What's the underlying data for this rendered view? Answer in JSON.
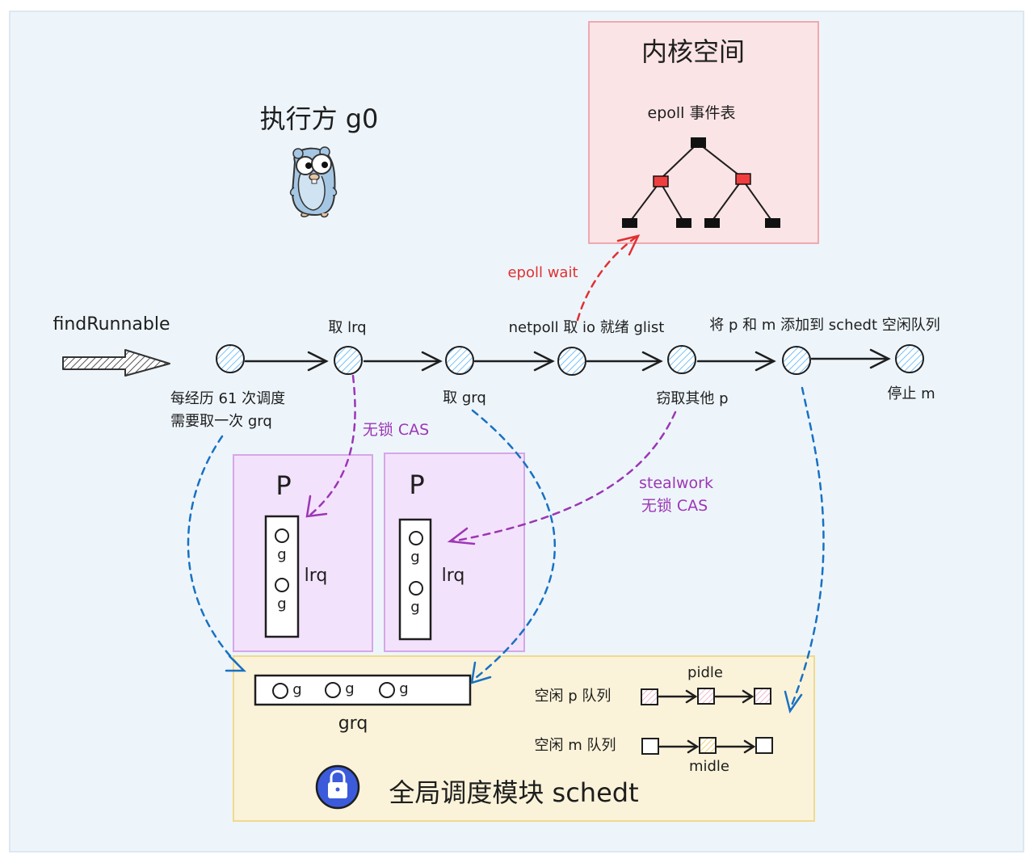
{
  "kernel": {
    "title": "内核空间",
    "subtitle": "epoll 事件表"
  },
  "executor": {
    "title": "执行方 g0"
  },
  "flow": {
    "start": "findRunnable",
    "steps": {
      "every61": [
        "每经历 61 次调度",
        "需要取一次 grq"
      ],
      "take_lrq": "取 lrq",
      "take_grq": "取 grq",
      "netpoll": "netpoll 取 io 就绪 glist",
      "steal": "窃取其他 p",
      "add_idle": "将 p 和 m 添加到 schedt 空闲队列",
      "stop_m": "停止 m"
    }
  },
  "edges": {
    "epoll_wait": "epoll wait",
    "lockfree_cas": "无锁 CAS",
    "stealwork": [
      "stealwork",
      "无锁 CAS"
    ]
  },
  "processors": [
    {
      "title": "P",
      "queue_label": "lrq",
      "items": [
        "g",
        "g"
      ]
    },
    {
      "title": "P",
      "queue_label": "lrq",
      "items": [
        "g",
        "g"
      ]
    }
  ],
  "schedt": {
    "title": "全局调度模块 schedt",
    "grq_label": "grq",
    "grq_items": [
      "g",
      "g",
      "g"
    ],
    "idle_p_label": "空闲 p 队列",
    "idle_p_name": "pidle",
    "idle_m_label": "空闲 m 队列",
    "idle_m_name": "midle"
  },
  "colors": {
    "frame_bg": "#edf5fb",
    "kernel_bg": "#fbe4e6",
    "kernel_border": "#f0a8b0",
    "p_bg": "#f3e2fb",
    "p_border": "#d6a6e8",
    "schedt_bg": "#faf3d9",
    "schedt_border": "#f2d98a",
    "blue_edge": "#1971c2",
    "purple_edge": "#9c36b5",
    "red_edge": "#e03131"
  }
}
